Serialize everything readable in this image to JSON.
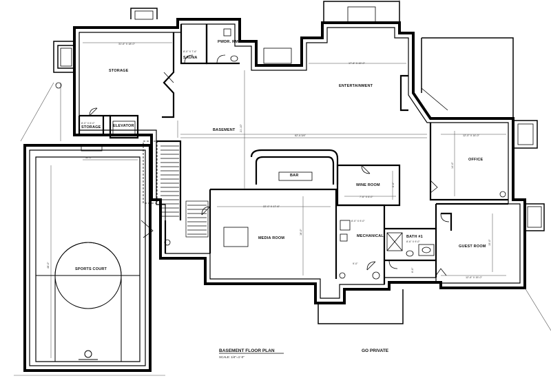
{
  "rooms": {
    "storage": "STORAGE",
    "sauna": "SAUNA",
    "powder": "PWDR. RM",
    "entertainment": "ENTERTAINMENT",
    "basement": "BASEMENT",
    "elevator": "ELEVATOR",
    "storage_small": "STORAGE",
    "sports_court": "SPORTS COURT",
    "bar": "BAR",
    "wine_room": "WINE ROOM",
    "office": "OFFICE",
    "media_room": "MEDIA ROOM",
    "mechanical": "MECHANICAL",
    "bath": "BATH #1",
    "guest_room": "GUEST ROOM"
  },
  "dimensions": {
    "storage_w": "31'-6\" X 18'-0\"",
    "sauna": "8'-0\" X 7'-6\"",
    "entertainment": "17'-6\" X 19'-0\"",
    "basement_len": "62'-6 3/4\"",
    "basement_h": "21'-10\"",
    "storage_small": "8'-0\" X 6'-0\"",
    "sports_court_w": "30'-0\"",
    "sports_court_h": "48'-0\"",
    "office_w": "12'-0\" X 14'-0\"",
    "office_h": "14'-0\"",
    "media_w": "22'-0\" X 17'-6\"",
    "media_h": "18'-0\"",
    "wine_w": "7'-6\" X 6'-0\"",
    "wine_h": "6'-0\"",
    "mechanical_1": "8'-0\" X 9'-0\"",
    "mechanical_2": "9'-0\"",
    "bath": "8'-6\" X 9'-0\"",
    "bath_h": "6'-0\"",
    "guest_w": "12'-6\" X 15'-0\"",
    "guest_h": "15'-0\""
  },
  "title_block": {
    "title": "BASEMENT FLOOR PLAN",
    "scale": "SCALE: 1/4\"=1'-0\"",
    "note": "GO PRIVATE"
  }
}
